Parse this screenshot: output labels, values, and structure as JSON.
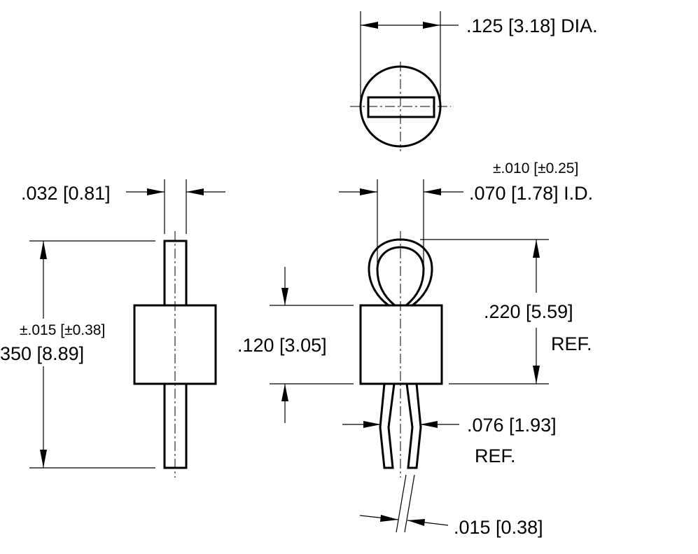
{
  "dimensions": {
    "dia": ".125  [3.18] DIA.",
    "id_tol": "±.010 [±0.25]",
    "id": ".070  [1.78] I.D.",
    "pin_width": ".032  [0.81]",
    "overall_tol": "±.015 [±0.38]",
    "overall": "350  [8.89]",
    "body_height": ".120 [3.05]",
    "ref_height": ".220  [5.59]",
    "ref_height_ref": "REF.",
    "leg_spread": ".076 [1.93]",
    "leg_spread_ref": "REF.",
    "leg_width": ".015  [0.38]"
  }
}
